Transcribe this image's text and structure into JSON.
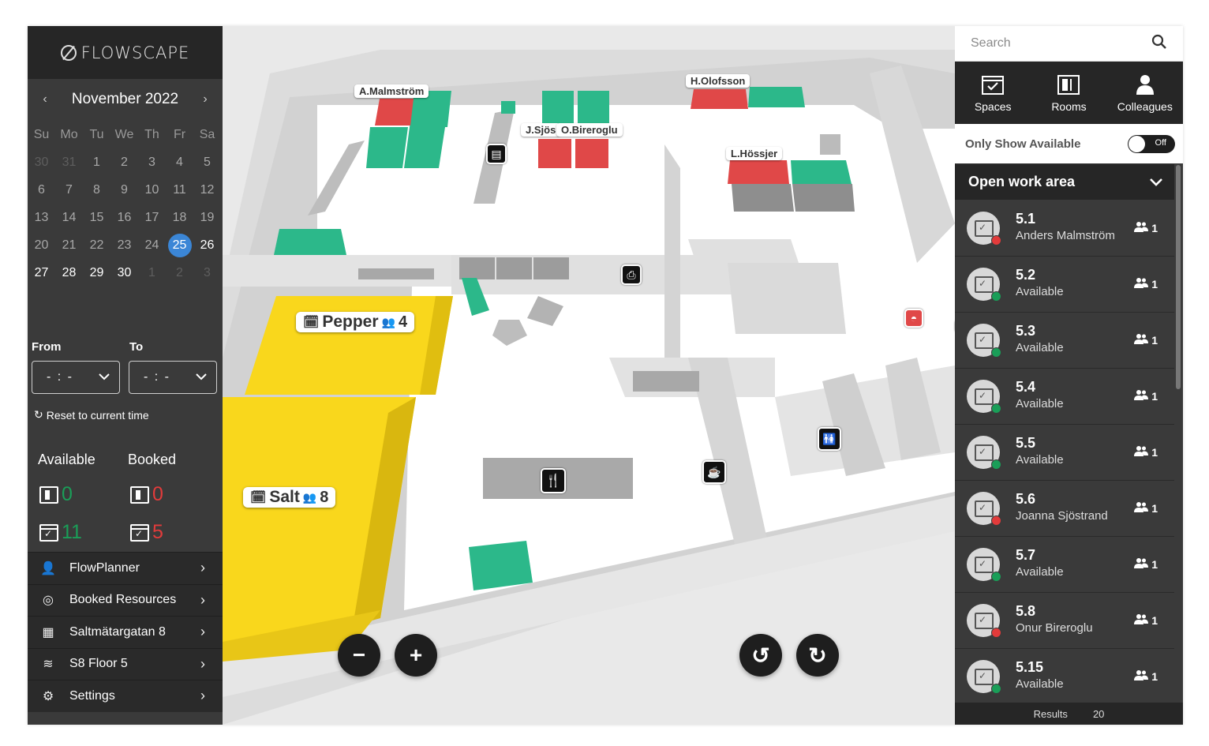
{
  "brand": {
    "name": "FLOWSCAPE"
  },
  "calendar": {
    "month_label": "November 2022",
    "prev": "‹",
    "next": "›",
    "dow": [
      "Su",
      "Mo",
      "Tu",
      "We",
      "Th",
      "Fr",
      "Sa"
    ],
    "weeks": [
      [
        {
          "d": "30",
          "s": "out"
        },
        {
          "d": "31",
          "s": "out"
        },
        {
          "d": "1",
          "s": "past"
        },
        {
          "d": "2",
          "s": "past"
        },
        {
          "d": "3",
          "s": "past"
        },
        {
          "d": "4",
          "s": "past"
        },
        {
          "d": "5",
          "s": "past"
        }
      ],
      [
        {
          "d": "6",
          "s": "past"
        },
        {
          "d": "7",
          "s": "past"
        },
        {
          "d": "8",
          "s": "past"
        },
        {
          "d": "9",
          "s": "past"
        },
        {
          "d": "10",
          "s": "past"
        },
        {
          "d": "11",
          "s": "past"
        },
        {
          "d": "12",
          "s": "past"
        }
      ],
      [
        {
          "d": "13",
          "s": "past"
        },
        {
          "d": "14",
          "s": "past"
        },
        {
          "d": "15",
          "s": "past"
        },
        {
          "d": "16",
          "s": "past"
        },
        {
          "d": "17",
          "s": "past"
        },
        {
          "d": "18",
          "s": "past"
        },
        {
          "d": "19",
          "s": "past"
        }
      ],
      [
        {
          "d": "20",
          "s": "past"
        },
        {
          "d": "21",
          "s": "past"
        },
        {
          "d": "22",
          "s": "past"
        },
        {
          "d": "23",
          "s": "past"
        },
        {
          "d": "24",
          "s": "past"
        },
        {
          "d": "25",
          "s": "today"
        },
        {
          "d": "26",
          "s": "fut"
        }
      ],
      [
        {
          "d": "27",
          "s": "fut"
        },
        {
          "d": "28",
          "s": "fut"
        },
        {
          "d": "29",
          "s": "fut"
        },
        {
          "d": "30",
          "s": "fut"
        },
        {
          "d": "1",
          "s": "out"
        },
        {
          "d": "2",
          "s": "out"
        },
        {
          "d": "3",
          "s": "out"
        }
      ]
    ]
  },
  "time": {
    "from_label": "From",
    "to_label": "To",
    "from_value": "- : -",
    "to_value": "- : -",
    "reset_label": "Reset to current time"
  },
  "stats": {
    "available_label": "Available",
    "booked_label": "Booked",
    "rooms_available": "0",
    "rooms_booked": "0",
    "spaces_available": "11",
    "spaces_booked": "5"
  },
  "menu": [
    {
      "label": "FlowPlanner",
      "icon": "person-plan-icon",
      "glyph": "👤"
    },
    {
      "label": "Booked Resources",
      "icon": "resources-icon",
      "glyph": "◎"
    },
    {
      "label": "Saltmätargatan 8",
      "icon": "building-icon",
      "glyph": "▦"
    },
    {
      "label": "S8 Floor 5",
      "icon": "layers-icon",
      "glyph": "≋"
    },
    {
      "label": "Settings",
      "icon": "gear-icon",
      "glyph": "⚙"
    }
  ],
  "map": {
    "desk_labels": [
      "A.Malmström",
      "J.Sjös",
      "O.Bireroglu",
      "H.Olofsson",
      "L.Hössjer"
    ],
    "rooms": [
      {
        "name": "Pepper",
        "capacity": "4"
      },
      {
        "name": "Salt",
        "capacity": "8"
      }
    ],
    "zoom_out": "−",
    "zoom_in": "+",
    "rotate_left": "↺",
    "rotate_right": "↻"
  },
  "right": {
    "search_placeholder": "Search",
    "tabs": [
      {
        "label": "Spaces",
        "icon": "calendar-check-icon"
      },
      {
        "label": "Rooms",
        "icon": "door-icon"
      },
      {
        "label": "Colleagues",
        "icon": "person-icon"
      }
    ],
    "only_available_label": "Only Show Available",
    "toggle_state": "Off",
    "section_title": "Open work area",
    "spaces": [
      {
        "id": "5.1",
        "who": "Anders Malmström",
        "status": "booked",
        "seats": "1"
      },
      {
        "id": "5.2",
        "who": "Available",
        "status": "available",
        "seats": "1"
      },
      {
        "id": "5.3",
        "who": "Available",
        "status": "available",
        "seats": "1"
      },
      {
        "id": "5.4",
        "who": "Available",
        "status": "available",
        "seats": "1"
      },
      {
        "id": "5.5",
        "who": "Available",
        "status": "available",
        "seats": "1"
      },
      {
        "id": "5.6",
        "who": "Joanna Sjöstrand",
        "status": "booked",
        "seats": "1"
      },
      {
        "id": "5.7",
        "who": "Available",
        "status": "available",
        "seats": "1"
      },
      {
        "id": "5.8",
        "who": "Onur Bireroglu",
        "status": "booked",
        "seats": "1"
      },
      {
        "id": "5.15",
        "who": "Available",
        "status": "available",
        "seats": "1"
      }
    ],
    "results_label": "Results",
    "results_count": "20"
  },
  "colors": {
    "available": "#1a9e58",
    "booked": "#e23b3b",
    "room_yellow": "#f9d71c",
    "desk_green": "#2cb88a",
    "desk_red": "#e04848",
    "accent_blue": "#3b86d6"
  }
}
